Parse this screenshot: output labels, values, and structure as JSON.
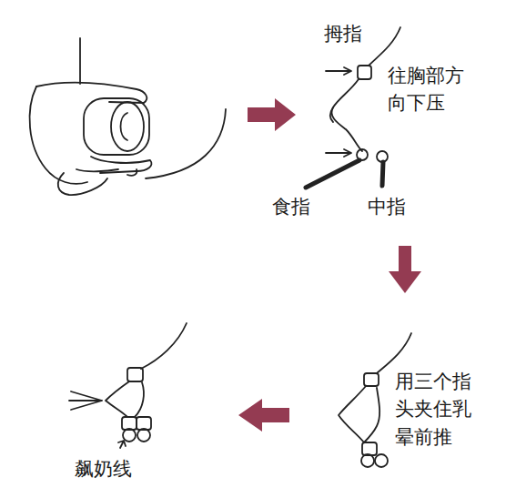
{
  "diagram": {
    "labels": [
      "拇指",
      "往胸部方向下压",
      "食指",
      "中指",
      "用三个指头夹住乳晕前推",
      "飙奶线"
    ]
  }
}
